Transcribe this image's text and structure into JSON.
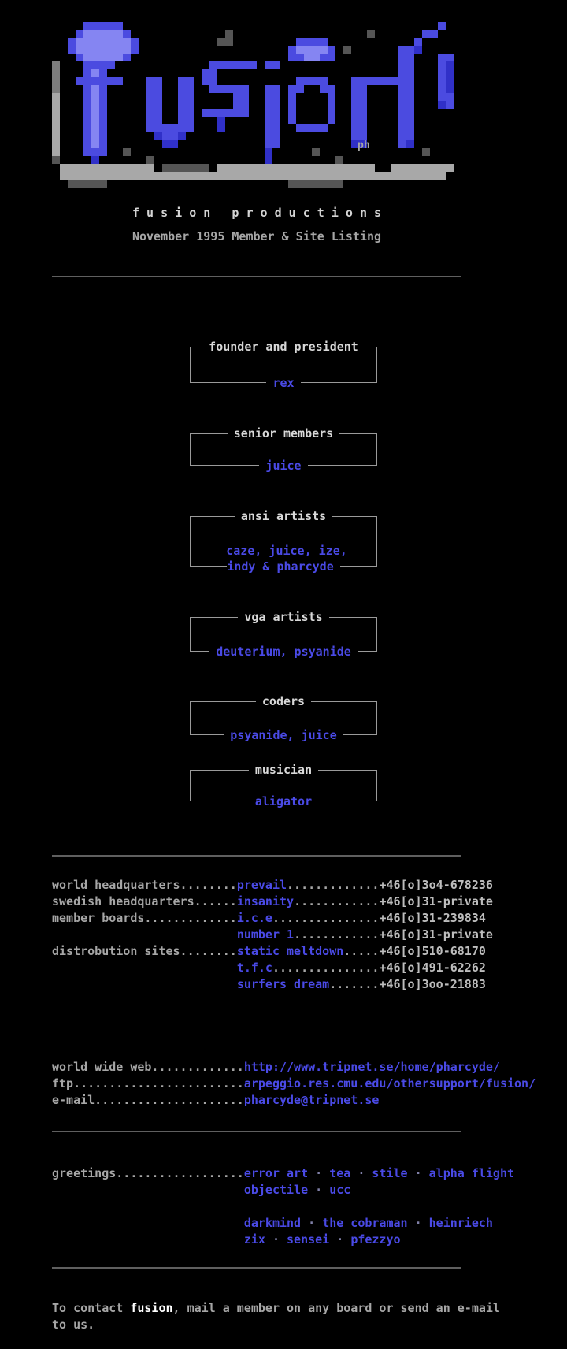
{
  "header": {
    "wordmark": "f u s i o n   p r o d u c t i o n s",
    "subtitle": "November 1995 Member & Site Listing"
  },
  "logo": {
    "signature": "ph",
    "palette": {
      "B": "#4b4be0",
      "L": "#8585f2",
      "D": "#2323b8",
      "d": "#3030c8",
      "g": "#555555",
      "G": "#a8a8a8",
      "h": "#7d7d7d"
    },
    "rows": [
      "....BBBBB........................................B..",
      "...BLLLLLB............g.................g......BB...",
      "..BLLLLLLLB..........gg........BBBB...........B.....",
      "..BLLLLLLLB...................BLLLLB.g......BBd.....",
      "...BLLLLLB....................BBLLBB........BB...BB.",
      "h...BBBB............BBBBBB.BB...............BB...Bd.",
      "h...BLB............BB.......................BB...Bd.",
      "h..BBBBBB...BB..BB.BB..........BBBB...BBBBBBBB...Bd.",
      "h...BLB.....BB..BB..BBBBB..BB.BB..BB..BB....BB...Bd.",
      "G...BLB.....BB..BB.....BB..BB.B....B..BB....BB...BB.",
      "G...BLB.....BB..BB.....BB..BB.B....B..BB....BB...dB.",
      "G...BLB.....BB..BB.BBBBBB..BB.B....B..BB....BB......",
      "G...BLB.....BB..BB...d.....BB.B....B..BB....BB......",
      "G...BLB.....BBBBBB...d.....BB..BBBB...BB....BB......",
      "G...BLB......dBBd..........BB.........BB....BB......",
      "G...BLB.......dd...........BB.........dd....Bd......",
      "G...BBB..g.................d.....g.............g....",
      "g....d......g..............d........g...............",
      ".GGGGGGGGGGGG.gggggg.GGGGGGGGGGGGGGGGGGGG..GGGGGGGG.",
      ".GGGGGGGGGGGGGGGGGGGGGGGGGGGGGGGGGGGGGGGGGGGGGGGGG.",
      "..ggggg.......................ggggggg..............."
    ]
  },
  "roles": [
    {
      "title": "founder and president",
      "names": [
        "rex"
      ]
    },
    {
      "title": "senior members",
      "names": [
        "juice"
      ]
    },
    {
      "title": "ansi artists",
      "names": [
        "caze, juice, ize,",
        "indy & pharcyde"
      ]
    },
    {
      "title": "vga artists",
      "names": [
        "deuterium, psyanide"
      ]
    },
    {
      "title": "coders",
      "names": [
        "psyanide, juice"
      ]
    },
    {
      "title": "musician",
      "names": [
        "aligator"
      ]
    }
  ],
  "boards": [
    {
      "label": "world headquarters........",
      "name": "prevail",
      "dots": ".............",
      "phone": "+46[o]3o4-678236"
    },
    {
      "label": "swedish headquarters......",
      "name": "insanity",
      "dots": "............",
      "phone": "+46[o]31-private"
    },
    {
      "label": "member boards.............",
      "name": "i.c.e",
      "dots": "...............",
      "phone": "+46[o]31-239834"
    },
    {
      "label": "                          ",
      "name": "number 1",
      "dots": "............",
      "phone": "+46[o]31-private"
    },
    {
      "label": "distrobution sites........",
      "name": "static meltdown",
      "dots": ".....",
      "phone": "+46[o]510-68170"
    },
    {
      "label": "                          ",
      "name": "t.f.c",
      "dots": "...............",
      "phone": "+46[o]491-62262"
    },
    {
      "label": "                          ",
      "name": "surfers dream",
      "dots": ".......",
      "phone": "+46[o]3oo-21883"
    }
  ],
  "net": [
    {
      "label": "world wide web.............",
      "value": "http://www.tripnet.se/home/pharcyde/"
    },
    {
      "label": "ftp........................",
      "value": "arpeggio.res.cmu.edu/othersupport/fusion/"
    },
    {
      "label": "e-mail.....................",
      "value": "pharcyde@tripnet.se"
    }
  ],
  "greetings": {
    "label": "greetings..................",
    "separator": " · ",
    "lines": [
      [
        "error art",
        "tea",
        "stile",
        "alpha flight"
      ],
      [
        "objectile",
        "ucc"
      ],
      [],
      [
        "darkmind",
        "the cobraman",
        "heinriech"
      ],
      [
        "zix",
        "sensei",
        "pfezzyo"
      ]
    ]
  },
  "contact": {
    "prefix": "To contact ",
    "brand": "fusion",
    "suffix": ", mail a member on any board or send an e-mail",
    "line2": "to us."
  }
}
